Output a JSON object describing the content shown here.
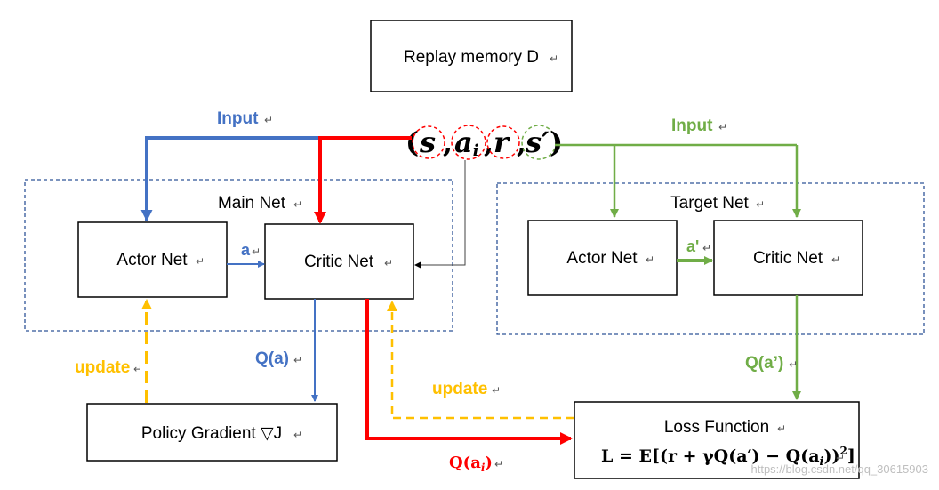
{
  "boxes": {
    "replay_memory": "Replay memory D",
    "main_net": "Main Net",
    "target_net": "Target Net",
    "actor_main": "Actor Net",
    "critic_main": "Critic Net",
    "actor_target": "Actor Net",
    "critic_target": "Critic Net",
    "policy_gradient": "Policy Gradient ▽J",
    "loss_function": "Loss Function"
  },
  "tuple": {
    "open": "(",
    "s": "s",
    "a": "a",
    "a_sub": "i",
    "r": "r",
    "s_prime": "s′",
    "close": ")",
    "comma": ","
  },
  "formula": {
    "prefix": "L = E[(r + γQ(a′) − Q(a",
    "sub": "i",
    "suffix": "))",
    "sup": "2",
    "end": "]"
  },
  "edges": {
    "input_blue": "Input",
    "input_green": "Input",
    "a": "a",
    "a_prime": "a'",
    "q_a": "Q(a)",
    "q_a_prime": "Q(a’)",
    "q_ai_prefix": "Q(a",
    "q_ai_sub": "i",
    "q_ai_suffix": ")",
    "update_left": "update",
    "update_right": "update"
  },
  "watermark": "https://blog.csdn.net/qq_30615903",
  "colors": {
    "blue": "#4472C4",
    "red": "#FF0000",
    "green": "#70AD47",
    "orange": "#FFC000",
    "dashed_border": "#2F5597"
  }
}
